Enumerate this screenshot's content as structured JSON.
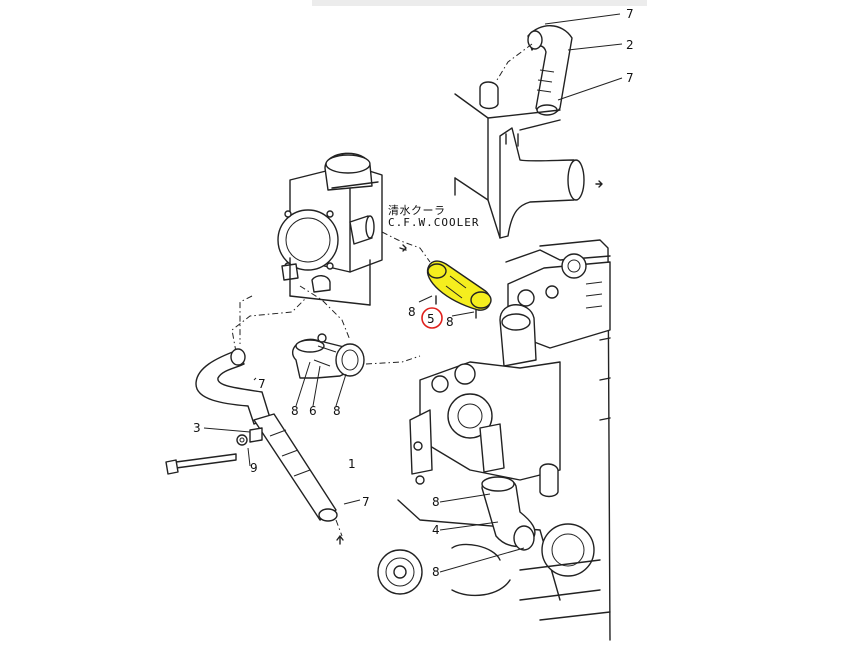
{
  "cooler_label": {
    "jp": "清水クーラ",
    "en": "C.F.W.COOLER"
  },
  "highlight": {
    "part": "5",
    "fill_color": "#f5ee1e",
    "circle_color": "#e0201c"
  },
  "callouts": [
    {
      "id": "p7-top",
      "text": "7"
    },
    {
      "id": "p2",
      "text": "2"
    },
    {
      "id": "p7-upper",
      "text": "7"
    },
    {
      "id": "p8-left",
      "text": "8"
    },
    {
      "id": "p5",
      "text": "5"
    },
    {
      "id": "p8-right",
      "text": "8"
    },
    {
      "id": "p7-mid",
      "text": "7"
    },
    {
      "id": "p8-a",
      "text": "8"
    },
    {
      "id": "p6",
      "text": "6"
    },
    {
      "id": "p8-b",
      "text": "8"
    },
    {
      "id": "p3",
      "text": "3"
    },
    {
      "id": "p9",
      "text": "9"
    },
    {
      "id": "p1",
      "text": "1"
    },
    {
      "id": "p7-low",
      "text": "7"
    },
    {
      "id": "p8-c",
      "text": "8"
    },
    {
      "id": "p4",
      "text": "4"
    },
    {
      "id": "p8-d",
      "text": "8"
    }
  ]
}
